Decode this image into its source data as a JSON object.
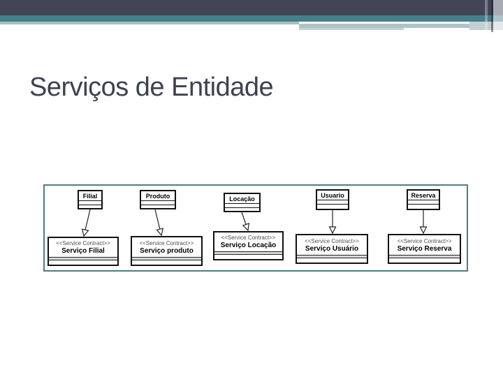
{
  "slide": {
    "title": "Serviços de Entidade"
  },
  "diagram": {
    "entities": [
      {
        "name": "Filial"
      },
      {
        "name": "Produto"
      },
      {
        "name": "Locação"
      },
      {
        "name": "Usuario"
      },
      {
        "name": "Reserva"
      }
    ],
    "services": [
      {
        "stereotype": "<<Service Contract>>",
        "name": "Serviço Filial"
      },
      {
        "stereotype": "<<Service Contract>>",
        "name": "Serviço produto"
      },
      {
        "stereotype": "<<Service Contract>>",
        "name": "Serviço Locação"
      },
      {
        "stereotype": "<<Service Contract>>",
        "name": "Serviço Usuário"
      },
      {
        "stereotype": "<<Service Contract>>",
        "name": "Serviço Reserva"
      }
    ]
  },
  "theme": {
    "header_dark": "#424556",
    "header_teal": "#44808a",
    "header_sage": "#a7bfc2",
    "title_color": "#3d4150",
    "diagram_border": "#4d7e84"
  }
}
